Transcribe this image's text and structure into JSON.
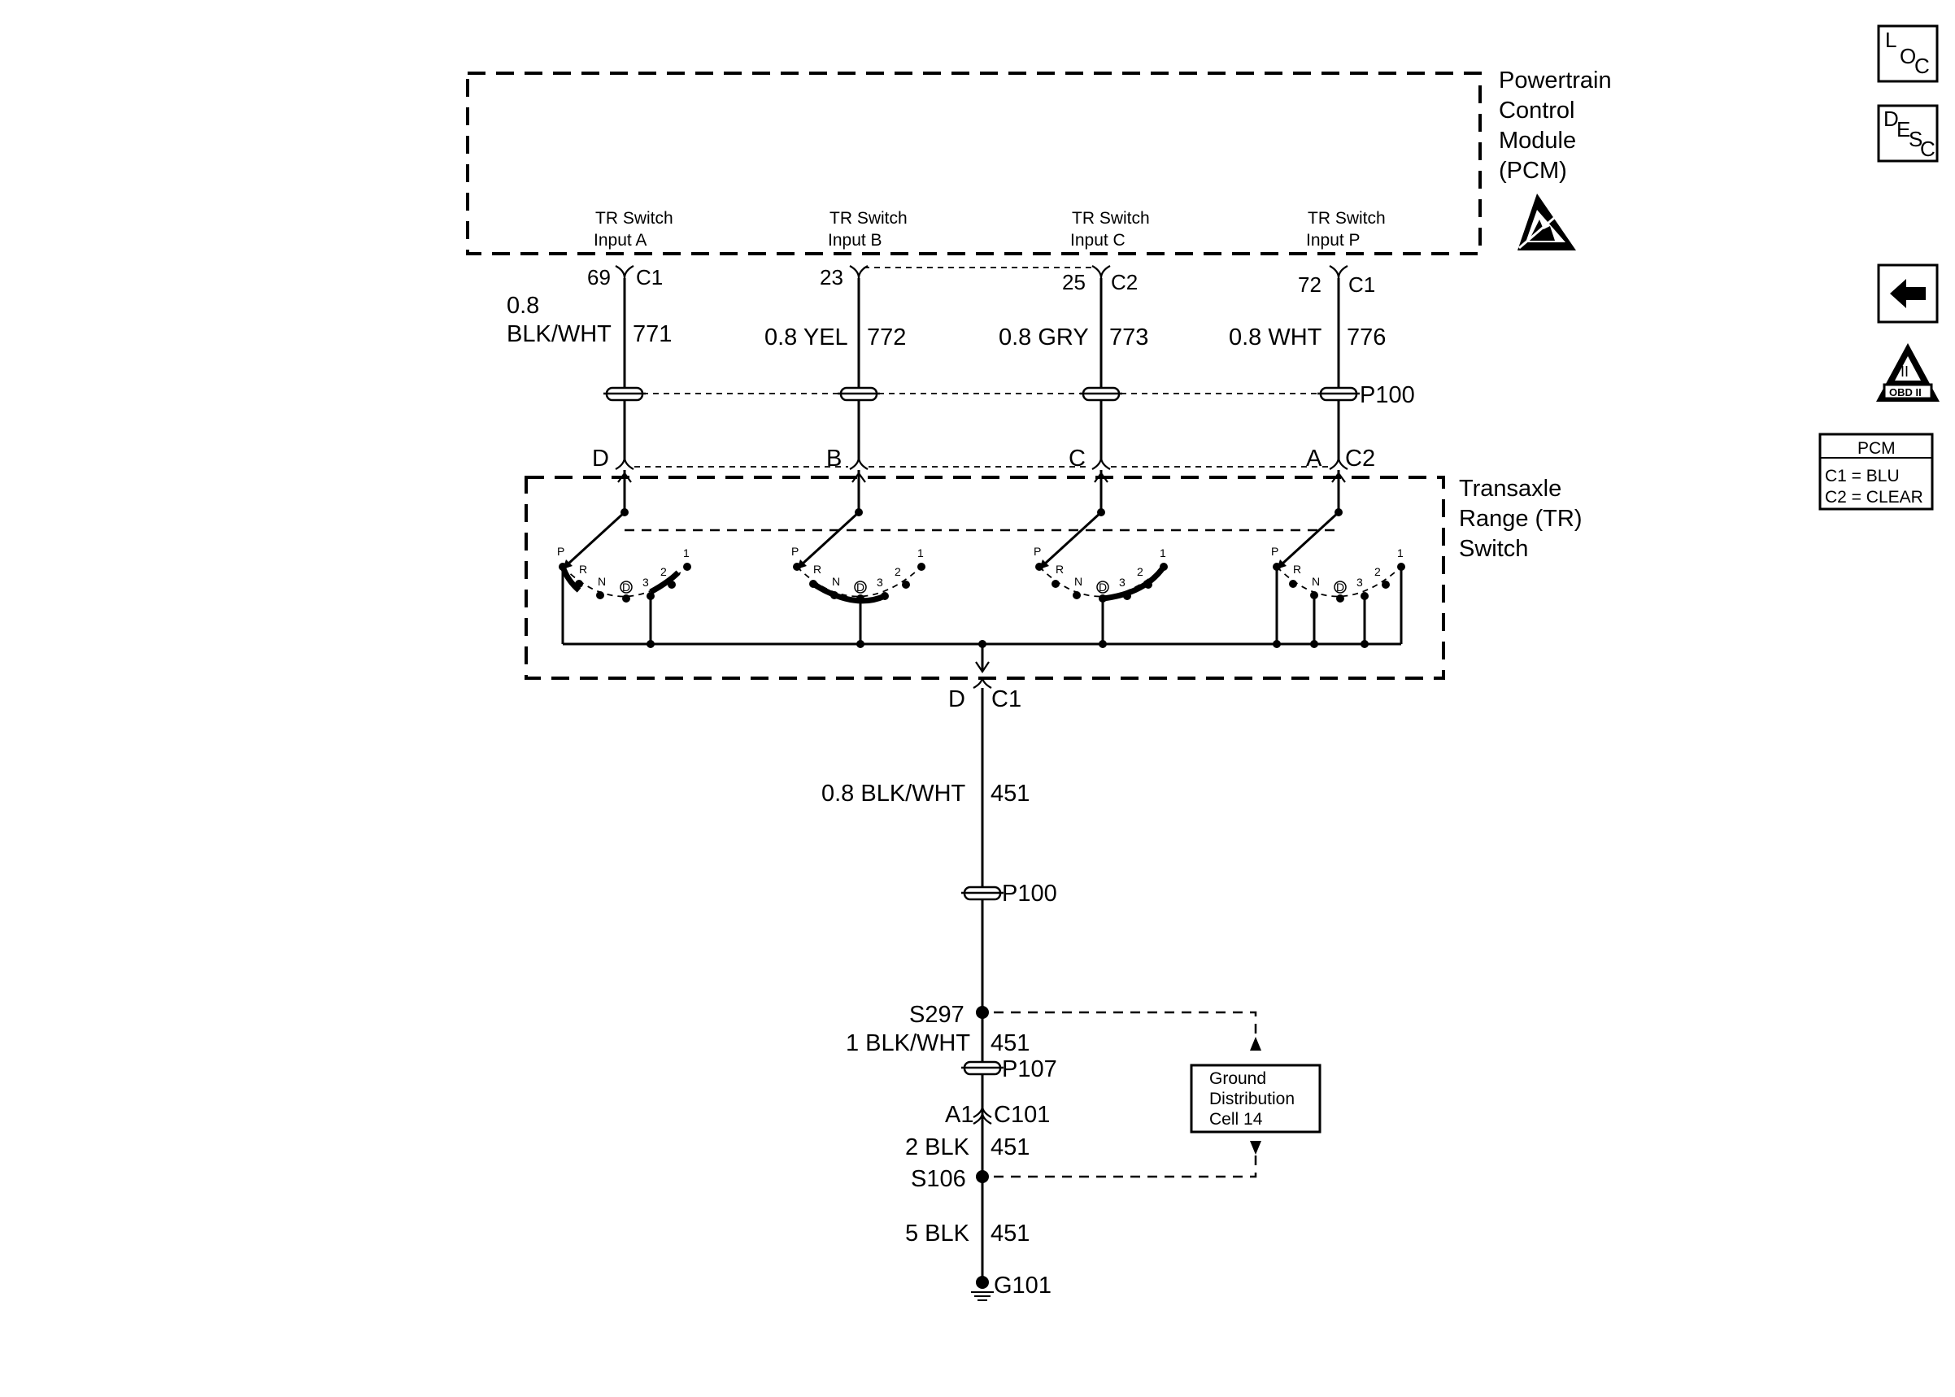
{
  "pcm": {
    "title_lines": [
      "Powertrain",
      "Control",
      "Module",
      "(PCM)"
    ],
    "inputs": [
      {
        "line1": "TR Switch",
        "line2": "Input A",
        "pin": "69",
        "connector": "C1",
        "gauge": "0.8",
        "color": "BLK/WHT",
        "circuit": "771",
        "switch_pin": "D"
      },
      {
        "line1": "TR Switch",
        "line2": "Input B",
        "pin": "23",
        "connector": "",
        "gauge": "0.8",
        "color": "YEL",
        "circuit": "772",
        "switch_pin": "B"
      },
      {
        "line1": "TR Switch",
        "line2": "Input C",
        "pin": "25",
        "connector": "C2",
        "gauge": "0.8",
        "color": "GRY",
        "circuit": "773",
        "switch_pin": "C"
      },
      {
        "line1": "TR Switch",
        "line2": "Input P",
        "pin": "72",
        "connector": "C1",
        "gauge": "0.8",
        "color": "WHT",
        "circuit": "776",
        "switch_pin": "A"
      }
    ],
    "wire_labels": [
      "0.8 YEL",
      "0.8 GRY",
      "0.8 WHT"
    ],
    "wire_label_a": [
      "0.8",
      "BLK/WHT"
    ],
    "inline_connector": "P100",
    "switch_connector": "C2"
  },
  "tr_switch": {
    "title_lines": [
      "Transaxle",
      "Range (TR)",
      "Switch"
    ],
    "positions": [
      "P",
      "R",
      "N",
      "D",
      "3",
      "2",
      "1"
    ],
    "output_pin": "D",
    "output_connector": "C1"
  },
  "ground_circuit": {
    "wire1": "0.8 BLK/WHT",
    "circuit": "451",
    "inline1": "P100",
    "splice1": "S297",
    "wire2": "1 BLK/WHT",
    "inline2": "P107",
    "conn_pin": "A1",
    "conn_id": "C101",
    "wire3": "2 BLK",
    "splice2": "S106",
    "wire4": "5 BLK",
    "ground": "G101",
    "ref_box": [
      "Ground",
      "Distribution",
      "Cell 14"
    ]
  },
  "sidebar": {
    "loc": {
      "l": "L",
      "o": "O",
      "c": "C"
    },
    "desc": {
      "d": "D",
      "e": "E",
      "s": "S",
      "c": "C"
    },
    "obd": "OBD II",
    "obd_numeral": "II",
    "legend": {
      "title": "PCM",
      "rows": [
        "C1 = BLU",
        "C2 = CLEAR"
      ]
    }
  }
}
